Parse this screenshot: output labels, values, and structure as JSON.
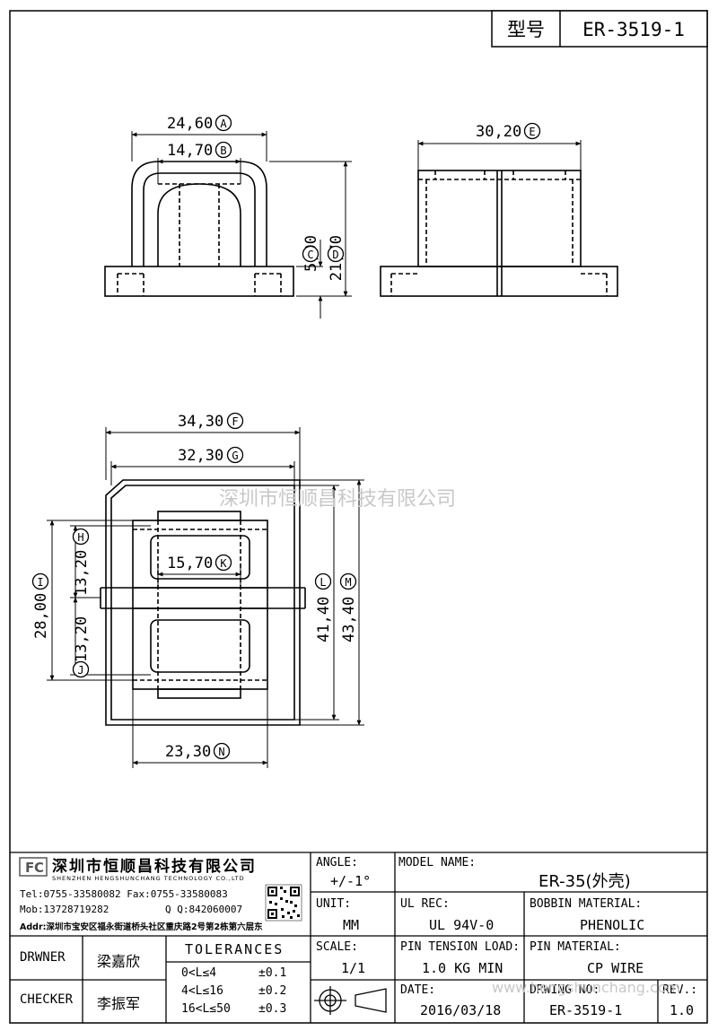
{
  "header": {
    "model_label": "型号",
    "model_value": "ER-3519-1"
  },
  "dims": {
    "A": {
      "value": "24,60",
      "letter": "A"
    },
    "B": {
      "value": "14,70",
      "letter": "B"
    },
    "C": {
      "value": "5,00",
      "letter": "C"
    },
    "D": {
      "value": "21,70",
      "letter": "D"
    },
    "E": {
      "value": "30,20",
      "letter": "E"
    },
    "F": {
      "value": "34,30",
      "letter": "F"
    },
    "G": {
      "value": "32,30",
      "letter": "G"
    },
    "H": {
      "value": "13,20",
      "letter": "H"
    },
    "I": {
      "value": "28,00",
      "letter": "I"
    },
    "J": {
      "value": "13,20",
      "letter": "J"
    },
    "K": {
      "value": "15,70",
      "letter": "K"
    },
    "L": {
      "value": "41,40",
      "letter": "L"
    },
    "M": {
      "value": "43,40",
      "letter": "M"
    },
    "N": {
      "value": "23,30",
      "letter": "N"
    }
  },
  "watermark": {
    "center": "深圳市恒顺昌科技有限公司",
    "bottom": "www.hengshunchang.com"
  },
  "company": {
    "name": "深圳市恒顺昌科技有限公司",
    "english": "SHENZHEN HENGSHUNCHANG TECHNOLOGY CO.,LTD",
    "tel": "Tel:0755-33580082 Fax:0755-33580083",
    "mob": "Mob:13728719282",
    "qq": "Q  Q:842060007",
    "addr": "Addr:深圳市宝安区福永街道桥头社区重庆路2号第2栋第六层东"
  },
  "title_block": {
    "angle_label": "ANGLE:",
    "angle_value": "+/-1°",
    "model_name_label": "MODEL NAME:",
    "model_name_value": "ER-35(外壳)",
    "unit_label": "UNIT:",
    "unit_value": "MM",
    "ul_rec_label": "UL REC:",
    "ul_rec_value": "UL 94V-0",
    "bobbin_material_label": "BOBBIN MATERIAL:",
    "bobbin_material_value": "PHENOLIC",
    "drawner_label": "DRWNER",
    "drawner_value": "梁嘉欣",
    "tolerances_label": "TOLERANCES",
    "tolerances": [
      {
        "range": "0<L≤4",
        "tol": "±0.1"
      },
      {
        "range": "4<L≤16",
        "tol": "±0.2"
      },
      {
        "range": "16<L≤50",
        "tol": "±0.3"
      }
    ],
    "scale_label": "SCALE:",
    "scale_value": "1/1",
    "pin_tension_label": "PIN TENSION LOAD:",
    "pin_tension_value": "1.0 KG MIN",
    "pin_material_label": "PIN MATERIAL:",
    "pin_material_value": "CP WIRE",
    "checker_label": "CHECKER",
    "checker_value": "李振军",
    "date_label": "DATE:",
    "date_value": "2016/03/18",
    "drawing_no_label": "DRWING NO:",
    "drawing_no_value": "ER-3519-1",
    "rev_label": "REV.:",
    "rev_value": "1.0"
  }
}
